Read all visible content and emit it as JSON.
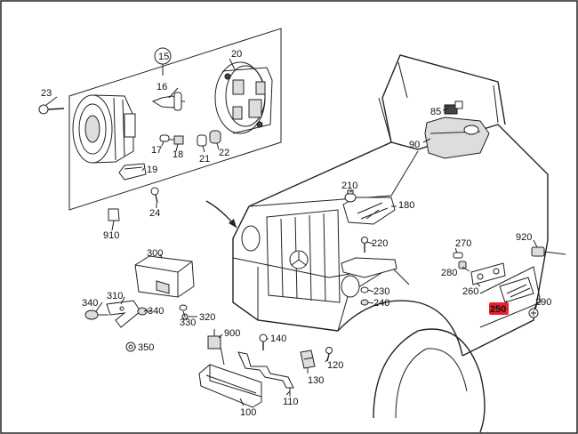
{
  "callouts": {
    "c15": "15",
    "c16": "16",
    "c17": "17",
    "c18": "18",
    "c19": "19",
    "c20": "20",
    "c21": "21",
    "c22": "22",
    "c23": "23",
    "c24": "24",
    "c85": "85",
    "c90": "90",
    "c100": "100",
    "c110": "110",
    "c120": "120",
    "c130": "130",
    "c140": "140",
    "c180": "180",
    "c210": "210",
    "c220": "220",
    "c230": "230",
    "c240": "240",
    "c250": "250",
    "c260": "260",
    "c270": "270",
    "c280": "280",
    "c290": "290",
    "c300": "300",
    "c310": "310",
    "c320": "320",
    "c330": "330",
    "c340a": "340",
    "c340b": "340",
    "c350": "350",
    "c900": "900",
    "c910": "910",
    "c920": "920"
  },
  "colors": {
    "highlight": "#e8202a",
    "line": "#222222"
  }
}
